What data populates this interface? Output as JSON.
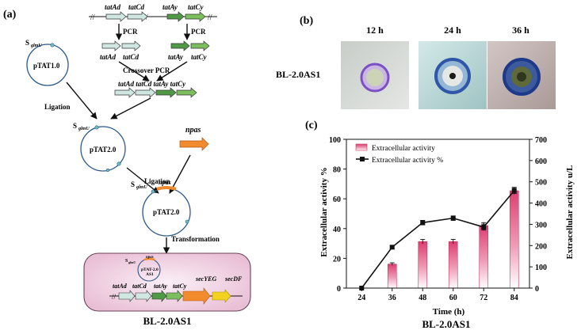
{
  "panel_a": {
    "label": "(a)",
    "gene_tatAd": "tatAd",
    "gene_tatCd": "tatCd",
    "gene_tatAy": "tatAy",
    "gene_tatCy": "tatCy",
    "pcr": "PCR",
    "crossover": "Crossover PCR",
    "fusion": "tatAd tatCd tatAy tatCy",
    "promoter_S": "S",
    "promoter_sub": "glmU",
    "plasmid_1": "pTAT1.0",
    "plasmid_2": "pTAT2.0",
    "ligation": "Ligation",
    "npas": "npas",
    "transformation": "Transformation",
    "plasmid_cell_line1": "pTAT-2.0",
    "plasmid_cell_line2": "AS1",
    "secYEG": "secYEG",
    "secDF": "secDF",
    "strain": "BL-2.0AS1"
  },
  "panel_b": {
    "label": "(b)",
    "strain": "BL-2.0AS1",
    "times": [
      "12 h",
      "24 h",
      "36 h"
    ]
  },
  "chart_data": {
    "type": "bar",
    "panel_label": "(c)",
    "title": "",
    "xlabel": "Time (h)",
    "ylabel_left": "Extracellular activity %",
    "ylabel_right": "Extracellular activity u/L",
    "caption": "BL-2.0AS1",
    "categories": [
      "24",
      "36",
      "48",
      "60",
      "72",
      "84"
    ],
    "ylim_left": [
      0,
      100
    ],
    "ylim_right": [
      0,
      700
    ],
    "yticks_left": [
      "0",
      "20",
      "40",
      "60",
      "80",
      "100"
    ],
    "yticks_right": [
      "0",
      "100",
      "200",
      "300",
      "400",
      "500",
      "600",
      "700"
    ],
    "legend_position": "top-left",
    "series": [
      {
        "name": "Extracellular activity",
        "type": "bar",
        "axis": "right",
        "values": [
          0,
          113,
          219,
          219,
          294,
          458
        ],
        "errors": [
          0,
          6,
          10,
          10,
          14,
          16
        ],
        "color": "#e0507e"
      },
      {
        "name": "Extracellular activity %",
        "type": "line",
        "axis": "left",
        "values": [
          0,
          27.5,
          44,
          47,
          41,
          65.5
        ],
        "errors": [
          0,
          1,
          1.5,
          1.5,
          2,
          2
        ],
        "color": "#111111"
      }
    ]
  }
}
